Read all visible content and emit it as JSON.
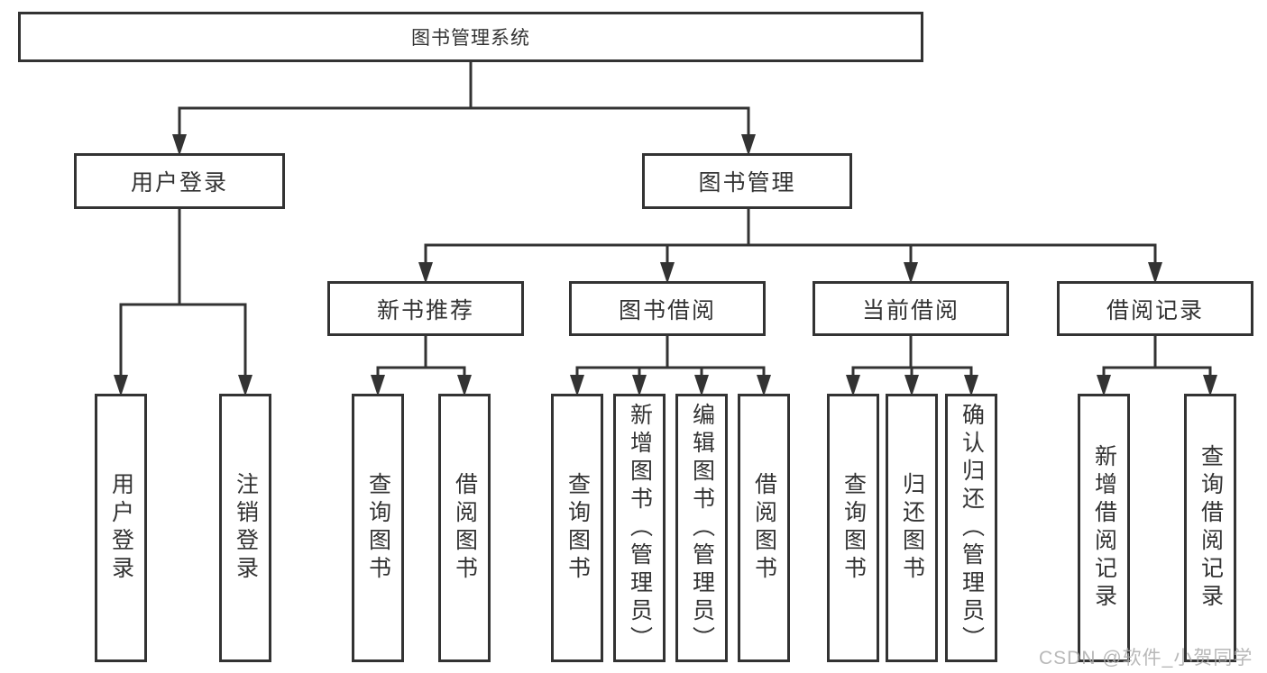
{
  "nodes": {
    "root": "图书管理系统",
    "user_login": "用户登录",
    "book_mgmt": "图书管理",
    "new_book": "新书推荐",
    "book_borrow": "图书借阅",
    "current_borrow": "当前借阅",
    "borrow_record": "借阅记录"
  },
  "leaves": {
    "user_login_1": "用户登录",
    "user_login_2": "注销登录",
    "new_book_1": "查询图书",
    "new_book_2": "借阅图书",
    "book_borrow_1": "查询图书",
    "book_borrow_2": "新增图书（管理员）",
    "book_borrow_3": "编辑图书（管理员）",
    "book_borrow_4": "借阅图书",
    "current_1": "查询图书",
    "current_2": "归还图书",
    "current_3": "确认归还（管理员）",
    "record_1": "新增借阅记录",
    "record_2": "查询借阅记录"
  },
  "watermark": {
    "text": "CSDN @软件_小贺同学"
  },
  "colors": {
    "line": "#333333",
    "box_border": "#333333",
    "text": "#333333",
    "background": "#ffffff",
    "watermark": "#acacac"
  }
}
